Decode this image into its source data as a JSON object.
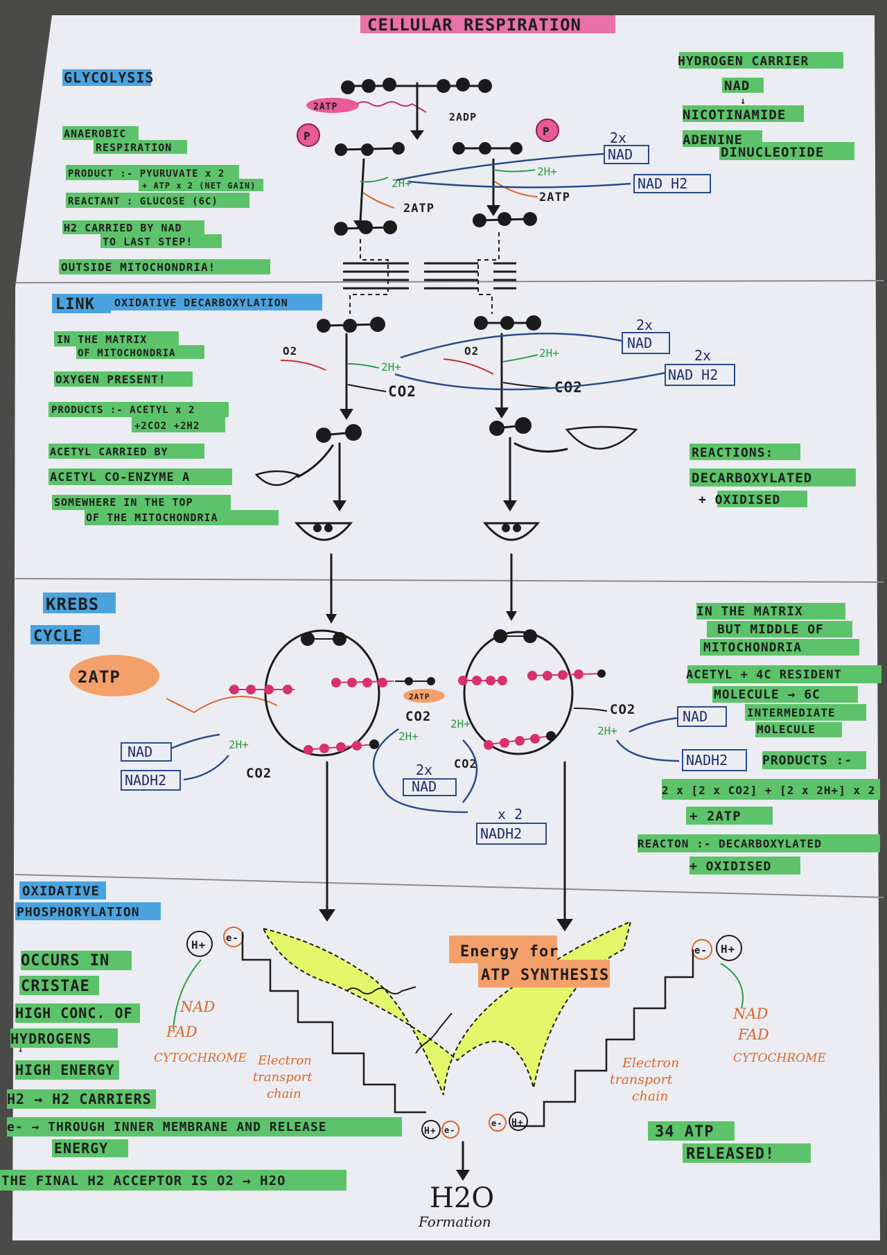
{
  "title": "CELLULAR RESPIRATION",
  "colors": {
    "paper": "#ecedf2",
    "green_highlight": "#5cc36a",
    "blue_highlight": "#4aa3df",
    "pink_highlight": "#e85a9a",
    "orange_highlight": "#f4a06a",
    "yellow_fill": "#e4f76a",
    "ink": "#1b1b1b",
    "pink_molecule": "#d8306e",
    "nad_blue": "#2a4a8c"
  },
  "glycolysis": {
    "heading": "GLYCOLYSIS",
    "notes": [
      "ANAEROBIC",
      "RESPIRATION",
      "PRODUCT :- PYURUVATE x 2",
      "+ ATP x 2 (NET GAIN)",
      "REACTANT : GLUCOSE (6C)",
      "H2 CARRIED BY NAD",
      "TO LAST STEP!",
      "OUTSIDE MITOCHONDRIA!"
    ],
    "atp_in": "2ATP",
    "adp_out": "2ADP",
    "phosphate": "P",
    "h_plus": "2H+",
    "atp_out": "2ATP",
    "nad_count": "2x",
    "nad": "NAD",
    "nadh": "NAD H2"
  },
  "hydrogen_carrier": {
    "lines": [
      "HYDROGEN CARRIER",
      "NAD",
      "NICOTINAMIDE",
      "ADENINE",
      "DINUCLEOTIDE"
    ]
  },
  "link": {
    "heading_a": "LINK",
    "heading_b": "OXIDATIVE DECARBOXYLATION",
    "notes": [
      "IN THE MATRIX",
      "OF MITOCHONDRIA",
      "OXYGEN PRESENT!",
      "PRODUCTS :- ACETYL x 2",
      "+2CO2 +2H2",
      "ACETYL CARRIED BY",
      "ACETYL CO-ENZYME A",
      "SOMEWHERE IN THE TOP",
      "OF THE MITOCHONDRIA"
    ],
    "o2": "O2",
    "h_plus": "2H+",
    "co2": "CO2",
    "nad_count": "2x",
    "nad": "NAD",
    "nadh_count": "2x",
    "nadh": "NAD H2",
    "reactions": [
      "REACTIONS:",
      "DECARBOXYLATED",
      "+ OXIDISED"
    ]
  },
  "krebs": {
    "heading_a": "KREBS",
    "heading_b": "CYCLE",
    "atp": "2ATP",
    "atp_small": "2ATP",
    "nad": "NAD",
    "nadh": "NADH2",
    "h_plus": "2H+",
    "co2": "CO2",
    "nad_count": "2x",
    "nadh_count": "x 2",
    "notes_right": [
      "IN THE MATRIX",
      "BUT MIDDLE OF",
      "MITOCHONDRIA",
      "ACETYL + 4C RESIDENT",
      "MOLECULE → 6C",
      "INTERMEDIATE",
      "MOLECULE",
      "PRODUCTS :-",
      "2 x [2 x CO2] + [2 x 2H+] x 2",
      "+ 2ATP",
      "REACTON :- DECARBOXYLATED",
      "+ OXIDISED"
    ]
  },
  "oxphos": {
    "heading_a": "OXIDATIVE",
    "heading_b": "PHOSPHORYLATION",
    "notes": [
      "OCCURS IN",
      "CRISTAE",
      "HIGH CONC. OF",
      "HYDROGENS",
      "HIGH ENERGY",
      "H2 → H2 CARRIERS",
      "e- → THROUGH INNER MEMBRANE AND RELEASE",
      "ENERGY",
      "THE FINAL H2 ACCEPTOR IS O2 → H2O"
    ],
    "carriers": [
      "NAD",
      "FAD",
      "CYTOCHROME"
    ],
    "etc": [
      "Electron",
      "transport",
      "chain"
    ],
    "energy": [
      "Energy for",
      "ATP SYNTHESIS"
    ],
    "h_plus": "H+",
    "electron": "e-",
    "h2o": "H2O",
    "formation": "Formation",
    "atp_released": [
      "34 ATP",
      "RELEASED!"
    ]
  }
}
